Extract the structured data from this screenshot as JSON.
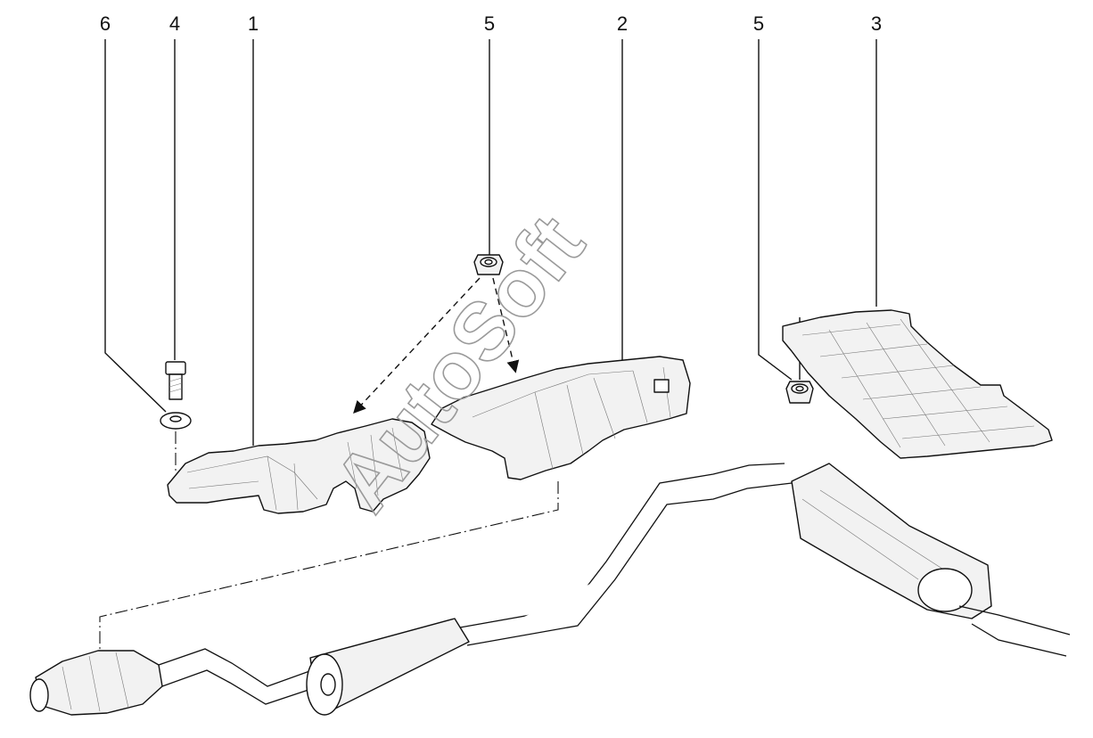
{
  "callouts": [
    {
      "id": "c6",
      "label": "6"
    },
    {
      "id": "c4",
      "label": "4"
    },
    {
      "id": "c1",
      "label": "1"
    },
    {
      "id": "c5a",
      "label": "5"
    },
    {
      "id": "c2",
      "label": "2"
    },
    {
      "id": "c5b",
      "label": "5"
    },
    {
      "id": "c3",
      "label": "3"
    }
  ],
  "watermark": "AutoSoft"
}
